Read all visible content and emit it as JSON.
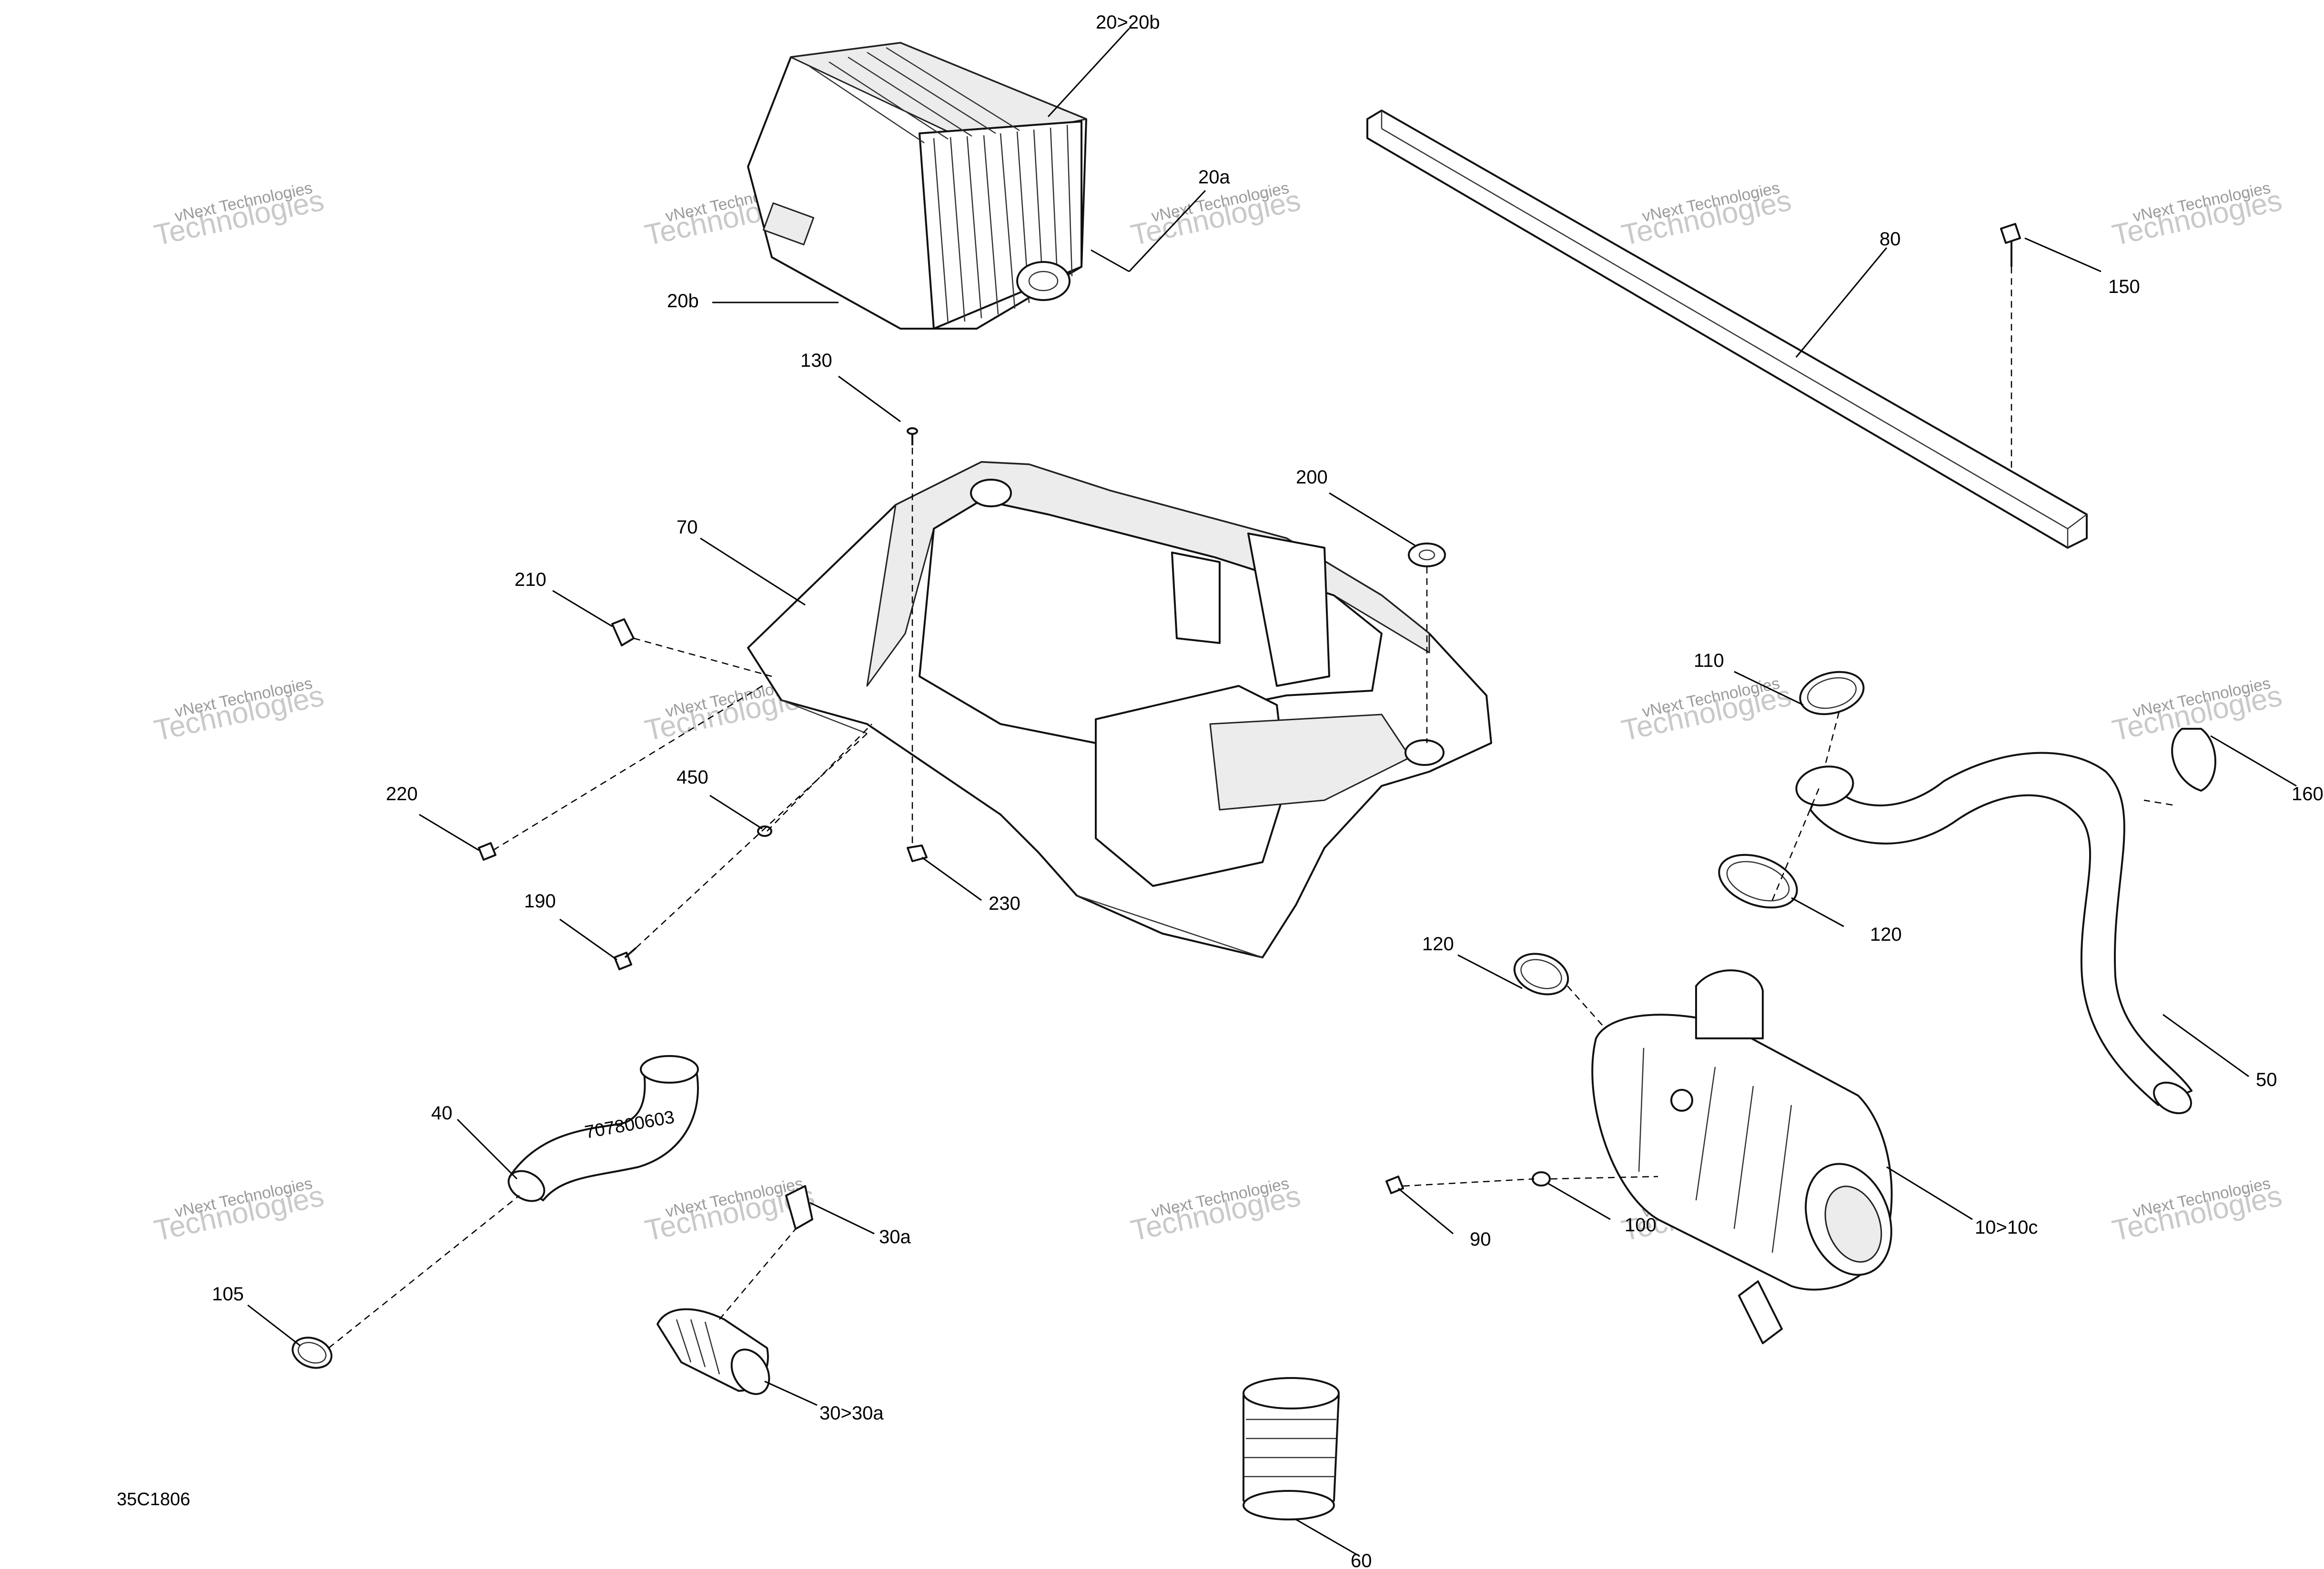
{
  "drawing_code": "35C1806",
  "watermark": {
    "line1": "vNext Technologies",
    "line2": "Technologies"
  },
  "callouts": {
    "c20_20b": "20>20b",
    "c20a": "20a",
    "c20b": "20b",
    "c80": "80",
    "c150": "150",
    "c130": "130",
    "c70": "70",
    "c200": "200",
    "c210": "210",
    "c110": "110",
    "c160": "160",
    "c220": "220",
    "c450": "450",
    "c230": "230",
    "c190": "190",
    "c120a": "120",
    "c120b": "120",
    "c50": "50",
    "c40": "40",
    "c30a": "30a",
    "c90": "90",
    "c100": "100",
    "c10_10c": "10>10c",
    "c105": "105",
    "c30_30a": "30>30a",
    "c60": "60"
  },
  "hose_marking": "707800603"
}
